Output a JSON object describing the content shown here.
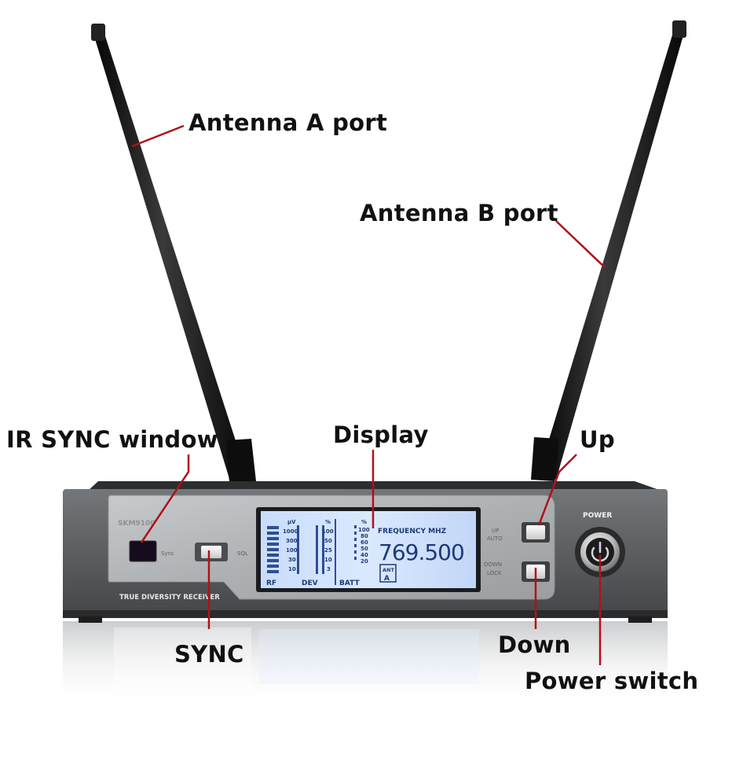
{
  "callouts": {
    "antenna_a": "Antenna A port",
    "antenna_b": "Antenna B port",
    "ir_sync": "IR SYNC window",
    "display": "Display",
    "up": "Up",
    "sync": "SYNC",
    "down": "Down",
    "power_switch": "Power switch"
  },
  "device": {
    "model": "SKM9100",
    "caption": "TRUE DIVERSITY RECEIVER",
    "sync_label": "Sync",
    "sql_label": "SQL",
    "power_label": "POWER",
    "up_label": "UP",
    "auto_label": "AUTO",
    "down_label": "DOWN",
    "lock_label": "LOCK"
  },
  "lcd": {
    "rf_unit": "µV",
    "rf_scale": [
      "1000",
      "300",
      "100",
      "30",
      "10"
    ],
    "rf_label": "RF",
    "dev_unit": "%",
    "dev_scale": [
      "100",
      "50",
      "25",
      "10",
      "3"
    ],
    "dev_label": "DEV",
    "batt_unit": "%",
    "batt_scale": [
      "100",
      "80",
      "60",
      "50",
      "40",
      "20"
    ],
    "batt_label": "BATT",
    "freq_label": "FREQUENCY MHZ",
    "frequency": "769.500",
    "ant_label": "ANT",
    "ant_value": "A"
  },
  "colors": {
    "callout_line": "#b0121a",
    "lcd_background": "#d7e7ff",
    "lcd_text": "#1b3a7a",
    "chassis": "#5a5c5e",
    "faceplate": "#aeb1b4",
    "antenna": "#151515"
  }
}
